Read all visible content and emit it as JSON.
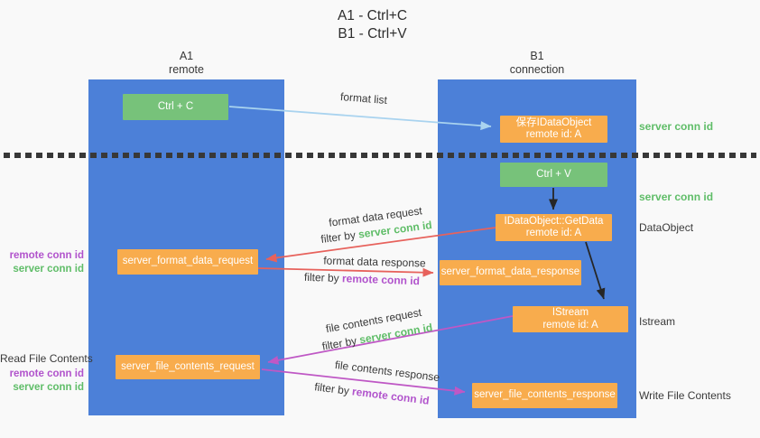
{
  "title": {
    "line1": "A1 - Ctrl+C",
    "line2": "B1 - Ctrl+V"
  },
  "columns": {
    "left": {
      "name": "A1",
      "subtitle": "remote"
    },
    "right": {
      "name": "B1",
      "subtitle": "connection"
    }
  },
  "nodes": {
    "ctrl_c": {
      "label": "Ctrl + C"
    },
    "save_dataobject": {
      "line1": "保存IDataObject",
      "line2": "remote id: A"
    },
    "ctrl_v": {
      "label": "Ctrl + V"
    },
    "getdata": {
      "line1": "IDataObject::GetData",
      "line2": "remote id: A"
    },
    "format_request": {
      "label": "server_format_data_request"
    },
    "format_response": {
      "label": "server_format_data_response"
    },
    "istream": {
      "line1": "IStream",
      "line2": "remote id: A"
    },
    "file_request": {
      "label": "server_file_contents_request"
    },
    "file_response": {
      "label": "server_file_contents_response"
    }
  },
  "edge_labels": {
    "format_list": "format list",
    "format_data_request": "format data request",
    "format_data_response": "format data response",
    "file_contents_request": "file contents request",
    "file_contents_response": "file contents response",
    "filter_by": "filter by ",
    "server_conn_id": "server conn id",
    "remote_conn_id": "remote conn id"
  },
  "side_labels": {
    "right_server_conn_id_top": "server conn id",
    "right_server_conn_id_mid": "server conn id",
    "right_dataobject": "DataObject",
    "right_istream": "Istream",
    "right_write_file_contents": "Write File Contents",
    "left_remote_conn_id_format": "remote conn id",
    "left_server_conn_id_format": "server conn id",
    "left_read_file_contents": "Read File Contents",
    "left_remote_conn_id_file": "remote conn id",
    "left_server_conn_id_file": "server conn id"
  },
  "colors": {
    "col-blue": "#4C80D8",
    "box-green": "#77C27A",
    "box-orange": "#F8AC4D",
    "arrow-red": "#E7625C",
    "arrow-magenta": "#BF58C5",
    "arrow-lightblue": "#A9D3EF",
    "arrow-black": "#262626",
    "text-dark": "#3A3A3A",
    "text-green": "#5FBD68",
    "text-purple": "#B153CC",
    "divider-dark": "#383838",
    "page-bg": "#F9F9F9"
  }
}
